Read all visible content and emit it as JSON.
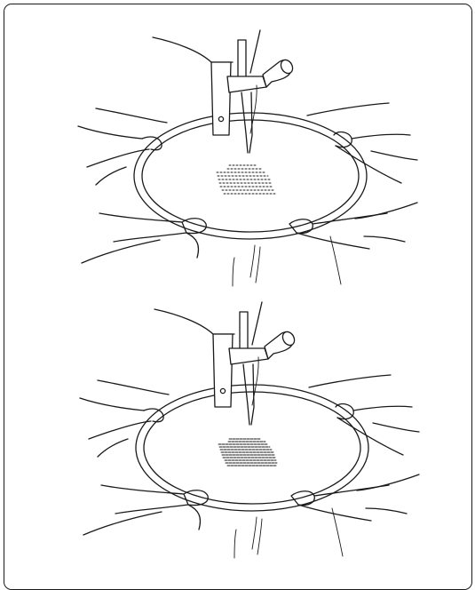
{
  "illustration": {
    "panels": [
      {
        "name": "sparse-stitching-panel",
        "stitch_style": "sparse"
      },
      {
        "name": "dense-stitching-panel",
        "stitch_style": "dense"
      }
    ],
    "colors": {
      "line": "#1a1a1a",
      "background": "#ffffff"
    }
  }
}
